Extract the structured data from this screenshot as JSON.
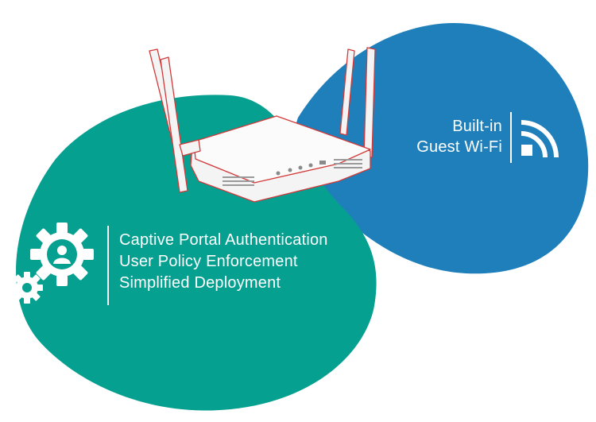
{
  "colors": {
    "teal": "#06a090",
    "blue": "#1f7fba",
    "device_outline": "#d23a3a",
    "device_body": "#f2f2f2"
  },
  "left_panel": {
    "features": [
      "Captive Portal Authentication",
      "User Policy Enforcement",
      "Simplified Deployment"
    ],
    "icon": "user-gear-icon"
  },
  "right_panel": {
    "lines": [
      "Built-in",
      "Guest Wi-Fi"
    ],
    "icon": "wifi-icon"
  },
  "device": {
    "icon": "wireless-access-point"
  }
}
